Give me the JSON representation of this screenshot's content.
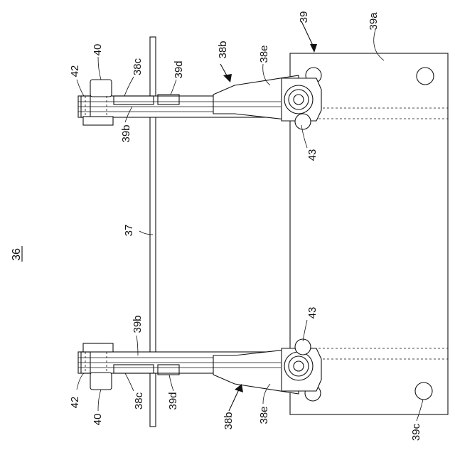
{
  "figure": {
    "number": "36",
    "labels": {
      "l39": "39",
      "l39a": "39a",
      "l38b_top": "38b",
      "l38e_top": "38e",
      "l42_top": "42",
      "l40_top": "40",
      "l38c_top": "38c",
      "l39d_top": "39d",
      "l39b_top": "39b",
      "l43_top": "43",
      "l37": "37",
      "l39b_bot": "39b",
      "l43_bot": "43",
      "l42_bot": "42",
      "l40_bot": "40",
      "l38c_bot": "38c",
      "l39d_bot": "39d",
      "l38b_bot": "38b",
      "l38e_bot": "38e",
      "l39c": "39c"
    }
  }
}
